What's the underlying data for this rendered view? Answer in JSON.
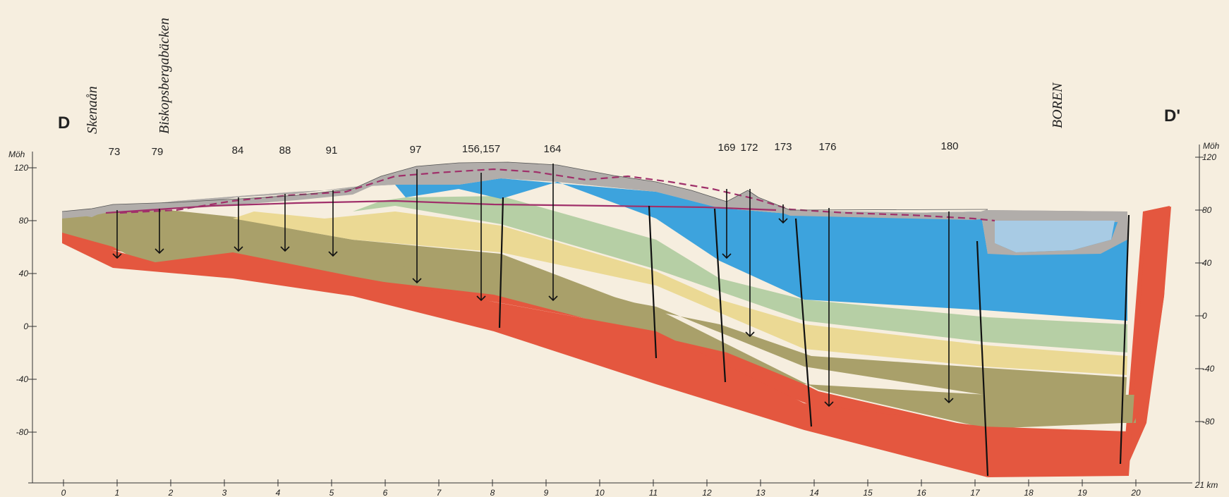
{
  "section": {
    "start_label": "D",
    "end_label": "D'",
    "place_names": [
      "Skenaån",
      "Biskopsbergabäcken",
      "BOREN"
    ],
    "y_axis_unit": "Möh",
    "y_ticks_left": [
      "120",
      "80",
      "40",
      "0",
      "-40",
      "-80"
    ],
    "y_ticks_right": [
      "120",
      "80",
      "40",
      "0",
      "-40",
      "-80"
    ],
    "x_ticks": [
      "0",
      "1",
      "2",
      "3",
      "4",
      "5",
      "6",
      "7",
      "8",
      "9",
      "10",
      "11",
      "12",
      "13",
      "14",
      "15",
      "16",
      "17",
      "18",
      "19",
      "20"
    ],
    "x_unit": "21 km",
    "boreholes": [
      "73",
      "79",
      "84",
      "88",
      "91",
      "97",
      "156,157",
      "164",
      "169",
      "172",
      "173",
      "176",
      "180"
    ]
  },
  "colors": {
    "background": "#f6eedf",
    "bedrock": "#e4573f",
    "olive_layer": "#a9a06a",
    "yellow_layer": "#ebd994",
    "green_layer": "#b6cfa5",
    "clay_blue": "#3da3dd",
    "surface_gray": "#b1adaa",
    "lake": "#a8cbe4",
    "water_table": "#a0306a"
  }
}
